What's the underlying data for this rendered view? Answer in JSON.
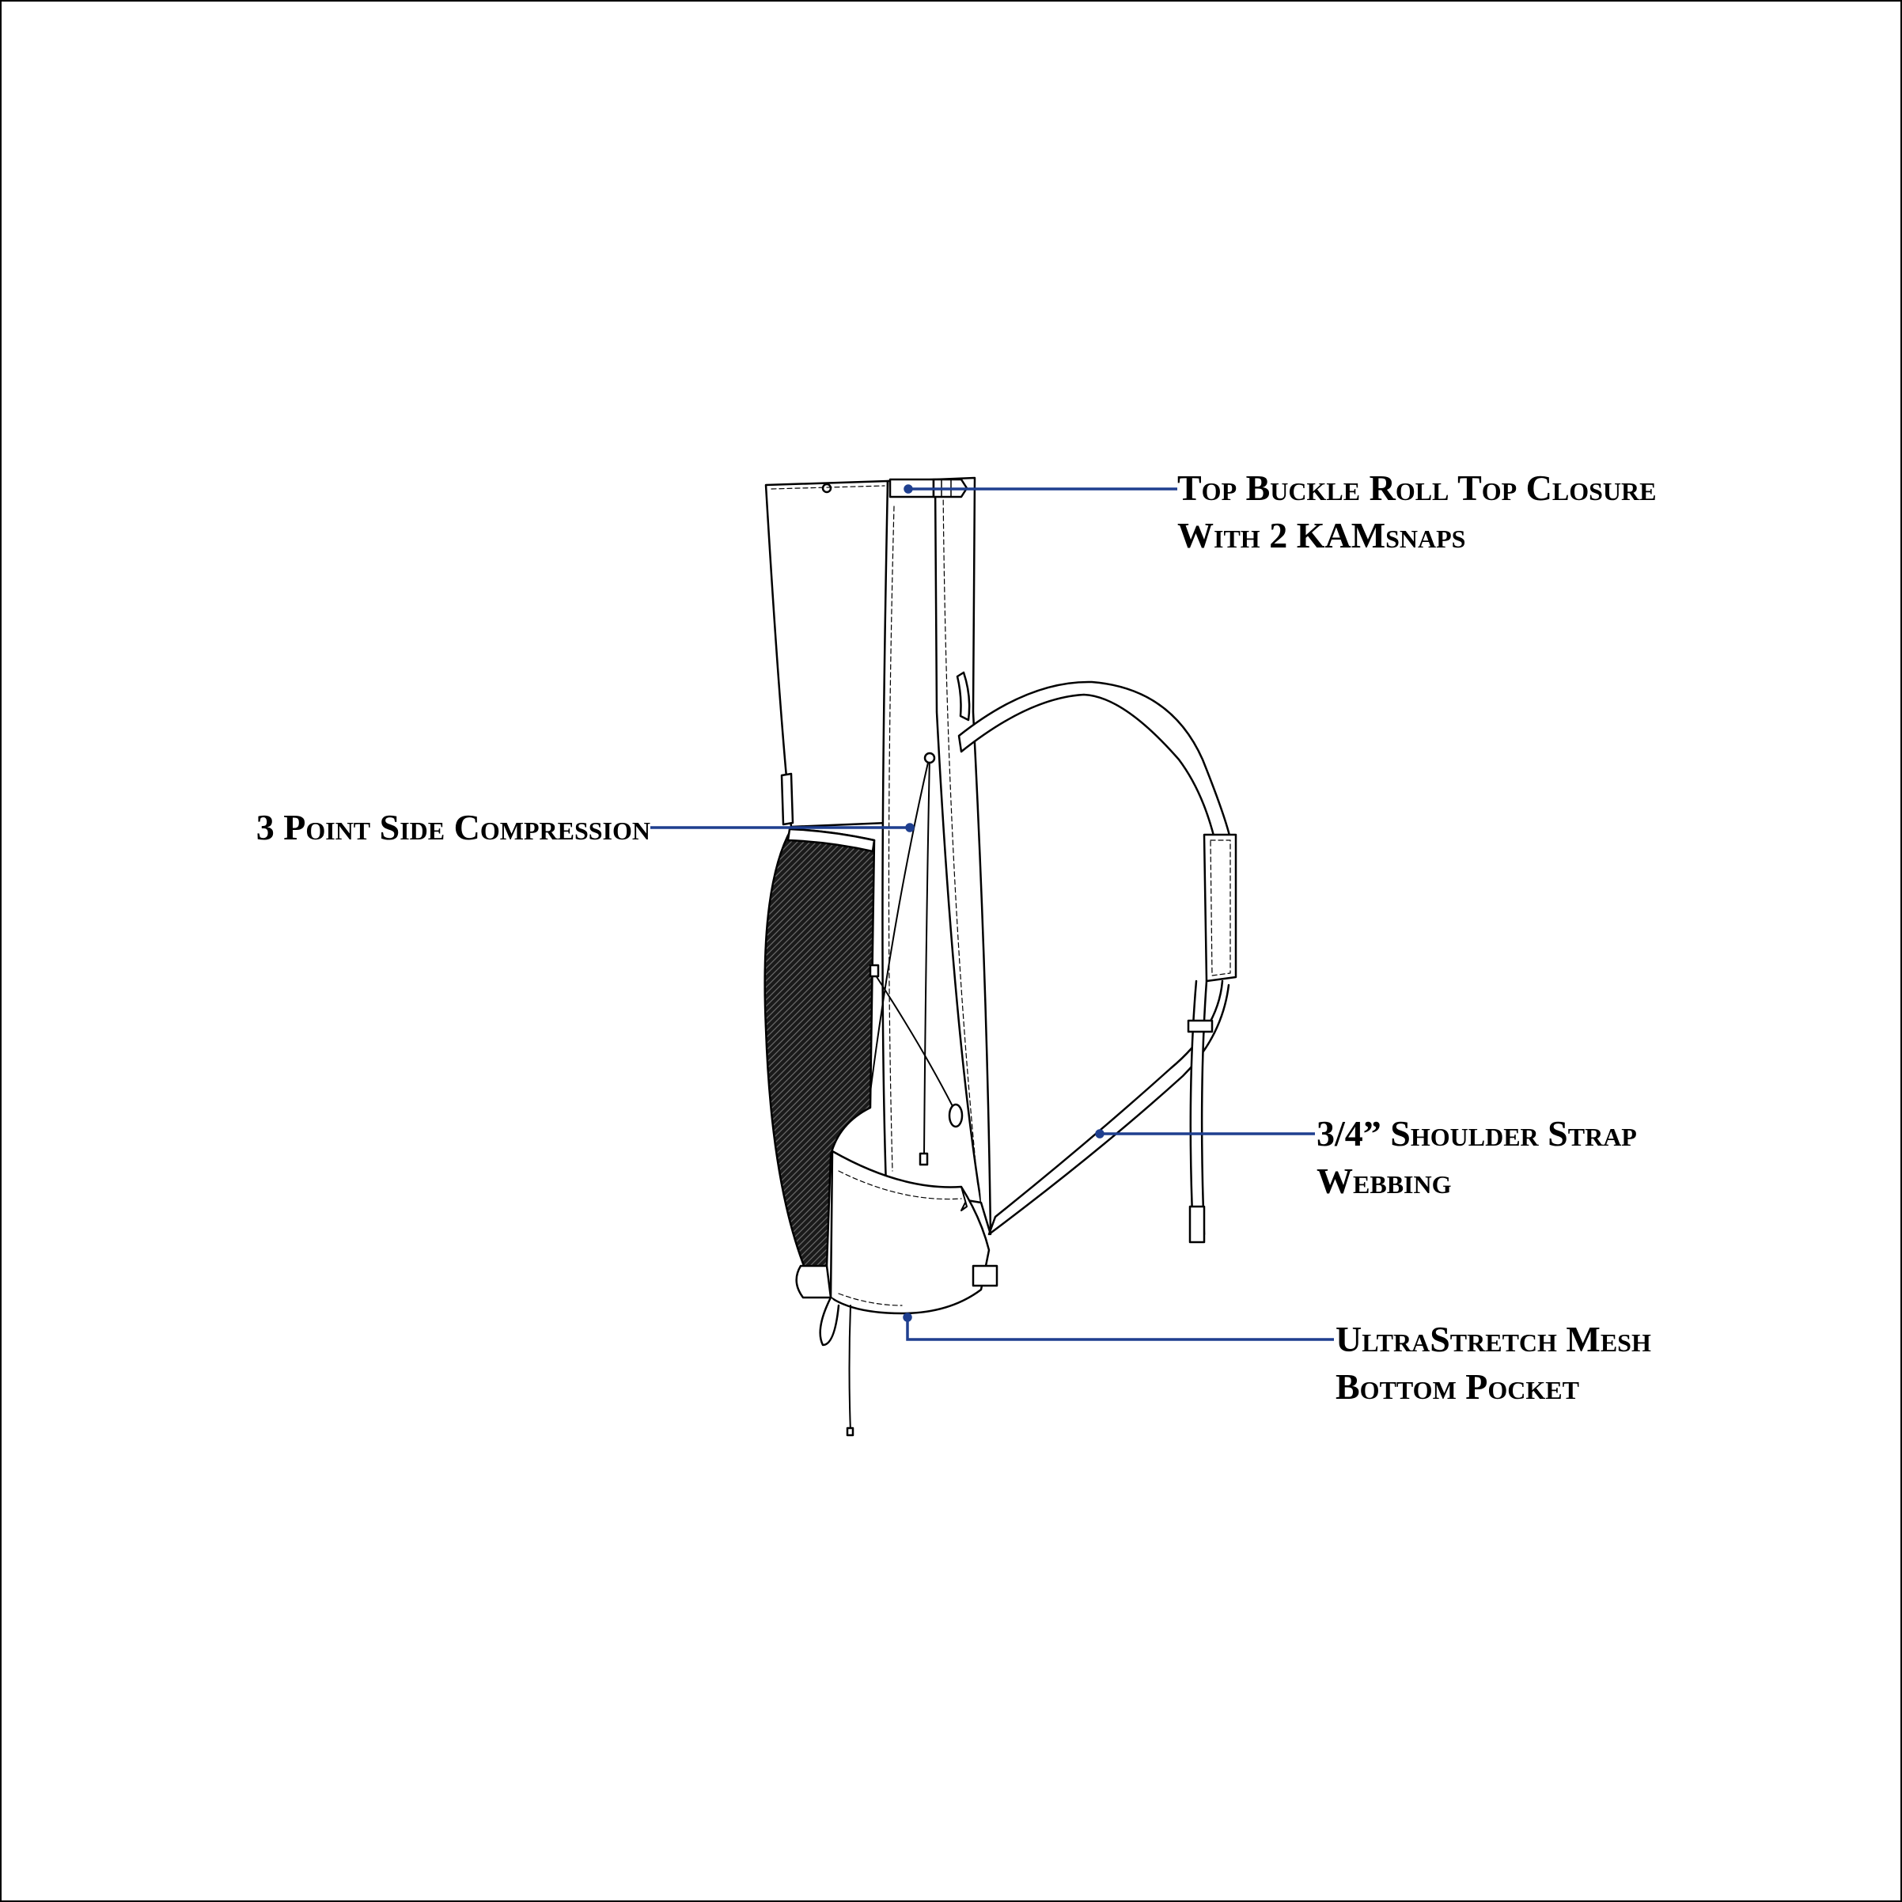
{
  "colors": {
    "background": "#ffffff",
    "outline": "#000000",
    "leader": "#1f3f8f",
    "mesh": "#1a1a1a"
  },
  "callouts": {
    "top_closure": {
      "line1": "Top Buckle Roll Top Closure",
      "line2": "With 2 KAMsnaps"
    },
    "side_compression": {
      "line1": "3 Point Side Compression"
    },
    "shoulder_strap": {
      "line1": "3/4” Shoulder Strap",
      "line2": "Webbing"
    },
    "bottom_pocket": {
      "line1": "UltraStretch Mesh",
      "line2": "Bottom Pocket"
    }
  }
}
